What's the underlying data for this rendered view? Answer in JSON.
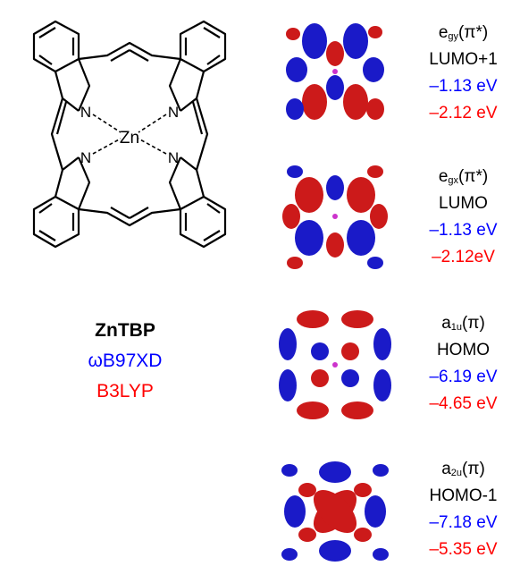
{
  "molecule": {
    "center_atom": "Zn",
    "n_label": "N"
  },
  "compound": {
    "name": "ZnTBP",
    "method1": "ωB97XD",
    "method2": "B3LYP"
  },
  "colors": {
    "method1": "#0000ff",
    "method2": "#ff0000",
    "lobe_positive": "#1a1ac8",
    "lobe_negative": "#cc1a1a"
  },
  "orbitals": [
    {
      "sym_base": "e",
      "sym_sub": "gy",
      "sym_type": "(π*)",
      "name": "LUMO+1",
      "energy_method1": "–1.13 eV",
      "energy_method2": "–2.12 eV"
    },
    {
      "sym_base": "e",
      "sym_sub": "gx",
      "sym_type": "(π*)",
      "name": "LUMO",
      "energy_method1": "–1.13 eV",
      "energy_method2": "–2.12eV"
    },
    {
      "sym_base": "a",
      "sym_sub": "1u",
      "sym_type": "(π)",
      "name": "HOMO",
      "energy_method1": "–6.19 eV",
      "energy_method2": "–4.65 eV"
    },
    {
      "sym_base": "a",
      "sym_sub": "2u",
      "sym_type": "(π)",
      "name": "HOMO-1",
      "energy_method1": "–7.18 eV",
      "energy_method2": "–5.35 eV"
    }
  ]
}
